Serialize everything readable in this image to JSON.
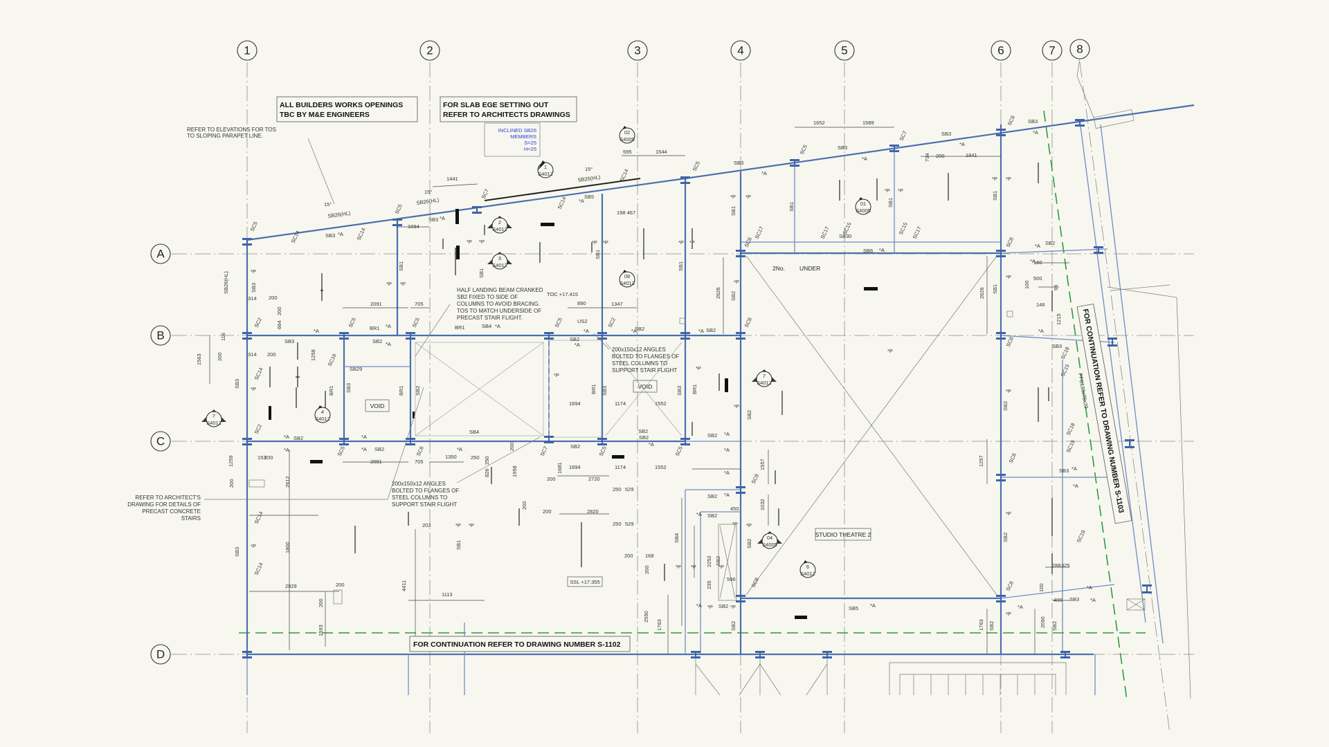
{
  "grid": {
    "columns": [
      "1",
      "2",
      "3",
      "4",
      "5",
      "6",
      "7",
      "8"
    ],
    "rows": [
      "A",
      "B",
      "C",
      "D"
    ]
  },
  "notes": {
    "builders_works": [
      "ALL BUILDERS WORKS OPENINGS",
      "TBC BY M&E ENGINEERS"
    ],
    "slab_edge": [
      "FOR SLAB EGE SETTING OUT",
      "REFER TO ARCHITECTS DRAWINGS"
    ],
    "parapet": [
      "REFER TO ELEVATIONS FOR TOS",
      "TO SLOPING PARAPET LINE."
    ],
    "inclined": [
      "INCLINED SB26",
      "MEMBERS",
      "S=25",
      "H=25"
    ],
    "half_landing": [
      "HALF LANDING BEAM CRANKED",
      "SB2 FIXED TO SIDE OF",
      "COLUMNS TO AVOID BRACING.",
      "TOS TO MATCH UNDERSIDE OF",
      "PRECAST STAIR FLIGHT."
    ],
    "angles_right": [
      "200x150x12 ANGLES",
      "BOLTED TO FLANGES OF",
      "STEEL COLUMNS TO",
      "SUPPORT STAIR FLIGHT"
    ],
    "angles_left": [
      "200x150x12 ANGLES",
      "BOLTED TO FLANGES OF",
      "STEEL COLUMNS TO",
      "SUPPORT STAIR FLIGHT"
    ],
    "precast": [
      "REFER TO ARCHITECT'S",
      "DRAWING FOR DETAILS OF",
      "PRECAST CONCRETE",
      "STAIRS"
    ],
    "continuation_bottom": "FOR CONTINUATION REFER TO DRAWING NUMBER S-1102",
    "continuation_right": "FOR CONTINUATION REFER TO DRAWING NUMBER S-1103",
    "void_1": "VOID",
    "void_2": "VOID",
    "studio": "STUDIO THEATRE 2",
    "ssl": "SSL +17.355",
    "toc": "TOC +17.415",
    "two_no": "2No.",
    "under": "UNDER"
  },
  "section_markers": [
    {
      "num": "1",
      "ref": "S4012"
    },
    {
      "num": "2",
      "ref": "S4012"
    },
    {
      "num": "3",
      "ref": "S4012"
    },
    {
      "num": "02",
      "ref": "S4005"
    },
    {
      "num": "08",
      "ref": "S4013"
    },
    {
      "num": "01",
      "ref": "S4005"
    },
    {
      "num": "4",
      "ref": "S4012"
    },
    {
      "num": "7",
      "ref": "S4012"
    },
    {
      "num": "7",
      "ref": "S4012"
    },
    {
      "num": "04",
      "ref": "S4005"
    },
    {
      "num": "6",
      "ref": "S4012"
    }
  ],
  "member_labels": {
    "sb3": "SB3",
    "sb2": "SB2",
    "sb1": "SB1",
    "sb4": "SB4",
    "sb5": "SB5",
    "sb6": "SB6",
    "sb8": "SB8",
    "sb26hl": "SB26(HL)",
    "sb29": "SB29",
    "sb30": "SB30",
    "br1": "BR1",
    "us2": "US2",
    "sc2": "SC2",
    "sc5": "SC5",
    "sc6": "SC6",
    "sc7": "SC7",
    "sc8": "SC8",
    "sc9": "SC9",
    "sc14": "SC14",
    "sc15": "SC15",
    "sc16": "SC16",
    "sc17": "SC17",
    "sc18": "SC18",
    "sc19": "SC19",
    "pfc": "PFC180x75x20",
    "pa": "*A",
    "pp": "*P",
    "deg15": "15°"
  },
  "dimensions": {
    "d1441": "1441",
    "d1094": "1094",
    "d595": "595",
    "d1544": "1544",
    "d1652": "1652",
    "d1589": "1589",
    "d1841": "1841",
    "d200": "200",
    "d734": "734",
    "d198": "198 467",
    "d314": "314",
    "d664": "664",
    "d2091": "2091",
    "d705": "705",
    "d890": "890",
    "d1347": "1347",
    "d1563": "1563",
    "d116": "116",
    "d1258": "1258",
    "d1174": "1174",
    "d1552": "1552",
    "d1694": "1694",
    "d1350": "1350",
    "d250": "250",
    "d826": "826",
    "d1958": "1958",
    "d1681": "1681",
    "d2720": "2720",
    "d529": "529",
    "d2820": "2820",
    "d1259": "1259",
    "d153": "153",
    "d2612": "2612",
    "d1800": "1800",
    "d2929": "2929",
    "d203": "203",
    "d4411": "4411",
    "d1113": "1113",
    "d1593": "1593",
    "d168": "168",
    "d2550": "2550",
    "d1763": "1763",
    "d2626": "2626",
    "d1557": "1557",
    "d1032": "1032",
    "d450": "450",
    "d596": "596",
    "d235": "235",
    "d2252": "2252",
    "d1257": "1257",
    "d160": "160",
    "d500": "500",
    "d146": "146",
    "d1215": "1215",
    "d99": "99",
    "d288": "288",
    "d325": "325",
    "d400": "400",
    "d100": "100",
    "d2090": "2090"
  }
}
